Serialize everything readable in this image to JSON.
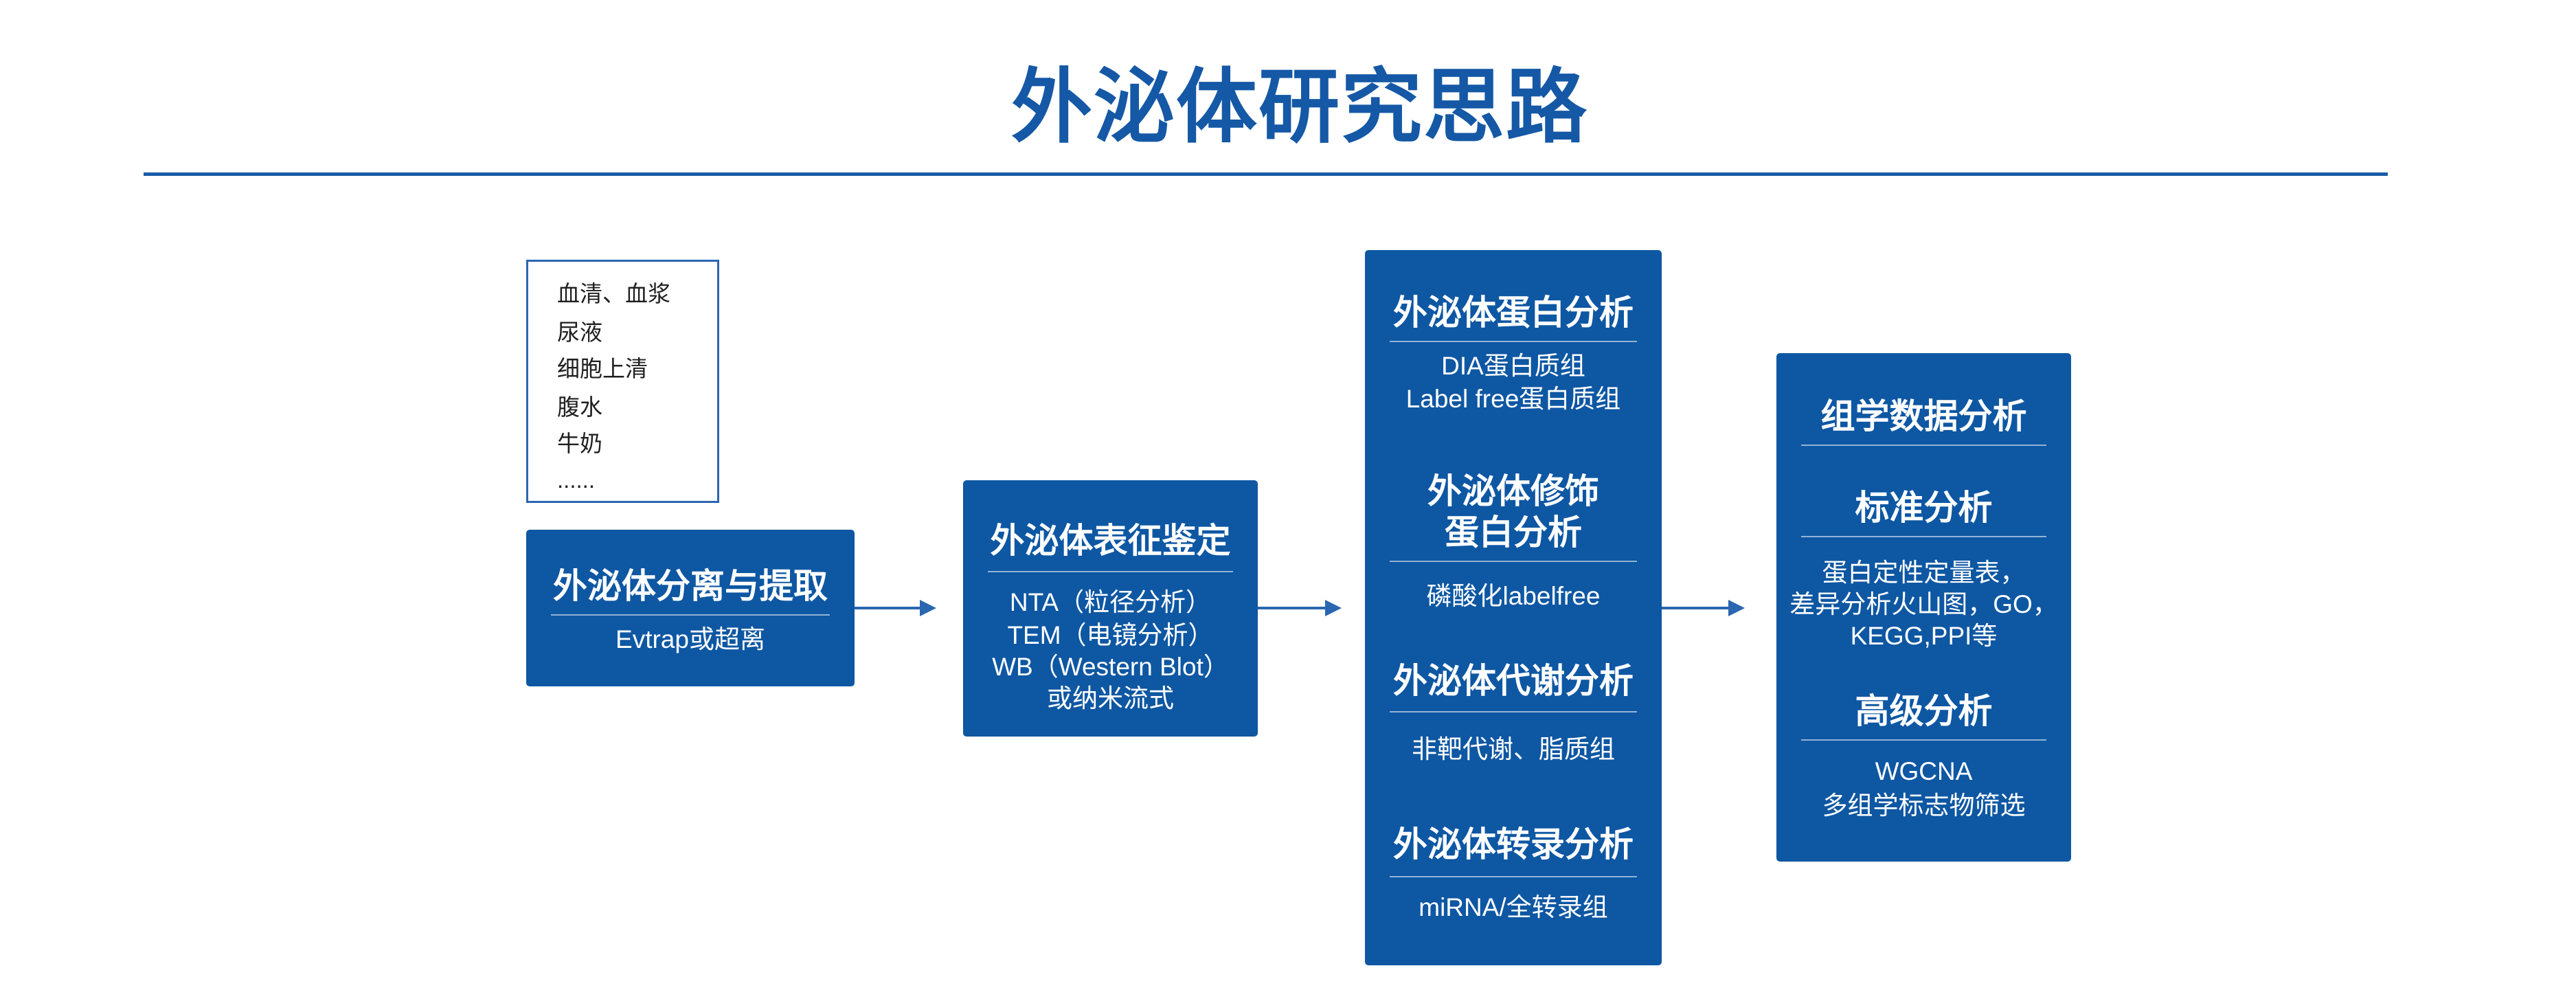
{
  "title": "外泌体研究思路",
  "colors": {
    "primary": "#0e57a3",
    "title": "#1558a6",
    "rule": "#1a5da8",
    "arrow": "#2b66b0",
    "sample_border": "#2b66b0",
    "sample_text": "#1f1f1f"
  },
  "samples": {
    "items": [
      "血清、血浆",
      "尿液",
      "细胞上清",
      "腹水",
      "牛奶",
      "......"
    ]
  },
  "isolation": {
    "title": "外泌体分离与提取",
    "lines": [
      "Evtrap或超离"
    ]
  },
  "characterization": {
    "title": "外泌体表征鉴定",
    "lines": [
      "NTA（粒径分析）",
      "TEM（电镜分析）",
      "WB（Western Blot）",
      "或纳米流式"
    ]
  },
  "omics": {
    "sections": [
      {
        "title_lines": [
          "外泌体蛋白分析"
        ],
        "lines": [
          "DIA蛋白质组",
          "Label free蛋白质组"
        ]
      },
      {
        "title_lines": [
          "外泌体修饰",
          "蛋白分析"
        ],
        "lines": [
          "磷酸化labelfree"
        ]
      },
      {
        "title_lines": [
          "外泌体代谢分析"
        ],
        "lines": [
          "非靶代谢、脂质组"
        ]
      },
      {
        "title_lines": [
          "外泌体转录分析"
        ],
        "lines": [
          "miRNA/全转录组"
        ]
      }
    ]
  },
  "data_analysis": {
    "title": "组学数据分析",
    "sections": [
      {
        "title": "标准分析",
        "lines": [
          "蛋白定性定量表，",
          "差异分析火山图，GO，",
          "KEGG,PPI等"
        ]
      },
      {
        "title": "高级分析",
        "lines": [
          "WGCNA",
          "多组学标志物筛选"
        ]
      }
    ]
  }
}
